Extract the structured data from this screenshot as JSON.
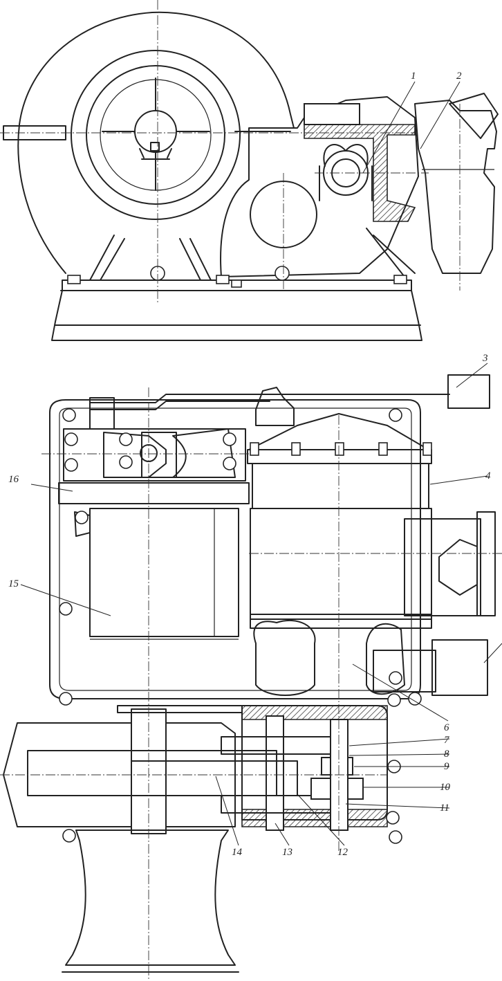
{
  "labels": [
    {
      "id": "1",
      "text": "1"
    },
    {
      "id": "2",
      "text": "2"
    },
    {
      "id": "3",
      "text": "3"
    },
    {
      "id": "4",
      "text": "4"
    },
    {
      "id": "6",
      "text": "6"
    },
    {
      "id": "7",
      "text": "7"
    },
    {
      "id": "8",
      "text": "8"
    },
    {
      "id": "9",
      "text": "9"
    },
    {
      "id": "10",
      "text": "10"
    },
    {
      "id": "11",
      "text": "11"
    },
    {
      "id": "12",
      "text": "12"
    },
    {
      "id": "13",
      "text": "13"
    },
    {
      "id": "14",
      "text": "14"
    },
    {
      "id": "15",
      "text": "15"
    },
    {
      "id": "16",
      "text": "16"
    }
  ],
  "colors": {
    "ink": "#222222",
    "paper": "#ffffff"
  }
}
